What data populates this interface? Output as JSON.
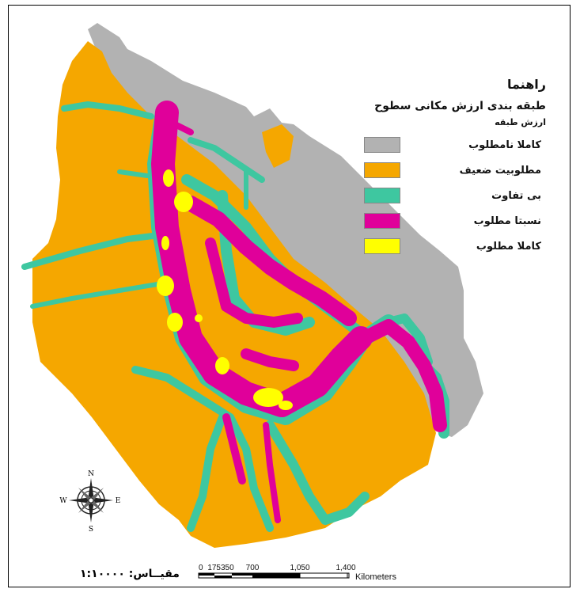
{
  "legend": {
    "title": "راهنما",
    "subtitle": "طبقه بندی  ارزش مکانی سطوح",
    "field_label": "ارزش طبقه",
    "items": [
      {
        "label": "کاملا نامطلوب",
        "color": "#b2b2b2"
      },
      {
        "label": "مطلوبیت ضعیف",
        "color": "#f5a700"
      },
      {
        "label": "بی تفاوت",
        "color": "#3ec7a0"
      },
      {
        "label": "نسبتا مطلوب",
        "color": "#e0009a"
      },
      {
        "label": "کاملا مطلوب",
        "color": "#ffff00"
      }
    ]
  },
  "scale": {
    "label": "مقیــاس: ۱:۱۰۰۰۰",
    "ticks": [
      "0",
      "175350",
      "700",
      "1,050",
      "1,400"
    ],
    "unit": "Kilometers"
  },
  "compass": {
    "n": "N",
    "s": "S",
    "e": "E",
    "w": "W"
  }
}
